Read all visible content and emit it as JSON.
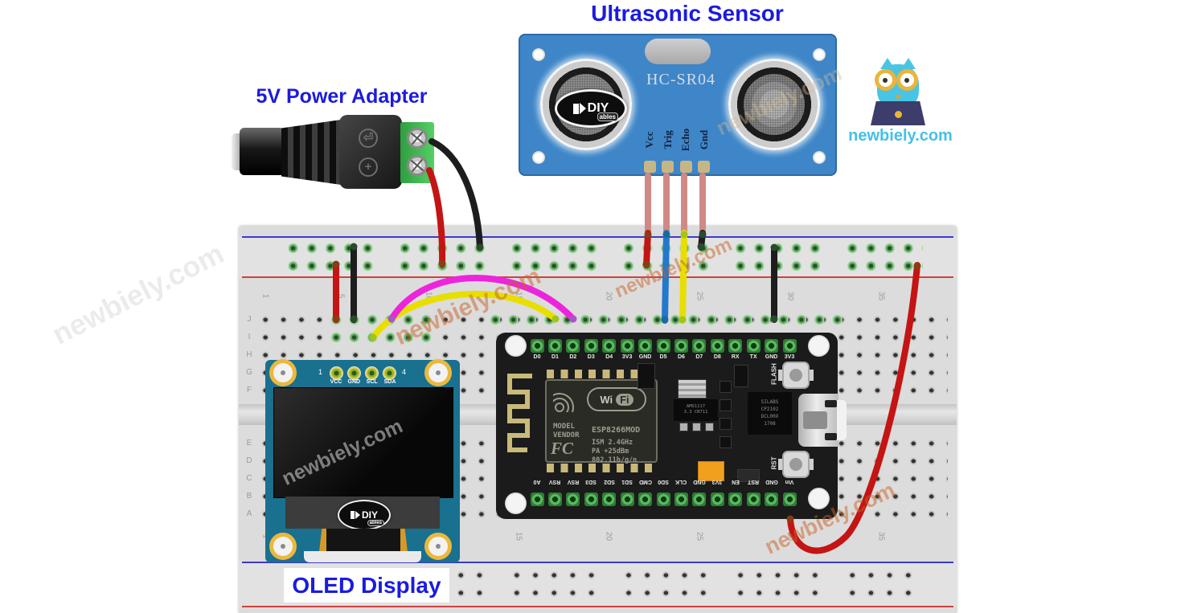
{
  "titles": {
    "ultrasonic": "Ultrasonic Sensor",
    "power": "5V Power Adapter",
    "oled": "OLED Display"
  },
  "brand": {
    "site": "newbiely.com",
    "watermark": "newbiely.com"
  },
  "diyables": {
    "diy": "DIY",
    "ables": "ables"
  },
  "sensor": {
    "model": "HC-SR04",
    "pins": [
      "Vcc",
      "Trig",
      "Echo",
      "Gnd"
    ]
  },
  "nodemcu": {
    "top_pins": [
      "D0",
      "D1",
      "D2",
      "D3",
      "D4",
      "3V3",
      "GND",
      "D5",
      "D6",
      "D7",
      "D8",
      "RX",
      "TX",
      "GND",
      "3V3"
    ],
    "bottom_pins": [
      "A0",
      "RSV",
      "RSV",
      "SD3",
      "SD2",
      "SD1",
      "CMD",
      "SD0",
      "CLK",
      "GND",
      "3V3",
      "EN",
      "RST",
      "GND",
      "Vin"
    ],
    "buttons": [
      "FLASH",
      "RST"
    ],
    "module": {
      "model_label": "MODEL",
      "vendor_label": "VENDOR",
      "chip": "ESP8266MOD",
      "wifi": [
        "Wi",
        "Fi"
      ],
      "fcc": "FC",
      "specs": [
        "ISM 2.4GHz",
        "PA +25dBm",
        "802.11b/g/n"
      ]
    },
    "regulator": [
      "AMS1117",
      "3.3 CN711"
    ],
    "usb_chip": [
      "SILABS",
      "CP2102",
      "DCL00X",
      "1708"
    ]
  },
  "oled": {
    "pins": [
      "VCC",
      "GND",
      "SCL",
      "SDA"
    ],
    "pin_first": "1",
    "pin_last": "4"
  },
  "breadboard": {
    "row_letters_top": [
      "J",
      "I",
      "H",
      "G",
      "F"
    ],
    "row_letters_bottom": [
      "E",
      "D",
      "C",
      "B",
      "A"
    ],
    "column_numbers": [
      "1",
      "5",
      "10",
      "15",
      "20",
      "25",
      "30",
      "35"
    ]
  },
  "colors": {
    "label_blue": "#1b1be0",
    "brand_cyan": "#45c0e8",
    "wire_red": "#c41414",
    "wire_black": "#1d1d1d",
    "wire_yellow": "#e8df00",
    "wire_blue": "#2478cc",
    "wire_magenta": "#ec25dc",
    "wire_salmon": "#d08a85",
    "sensor_pcb": "#3e86c8",
    "oled_pcb": "#19708f",
    "breadboard_face": "#dcdcdc"
  }
}
